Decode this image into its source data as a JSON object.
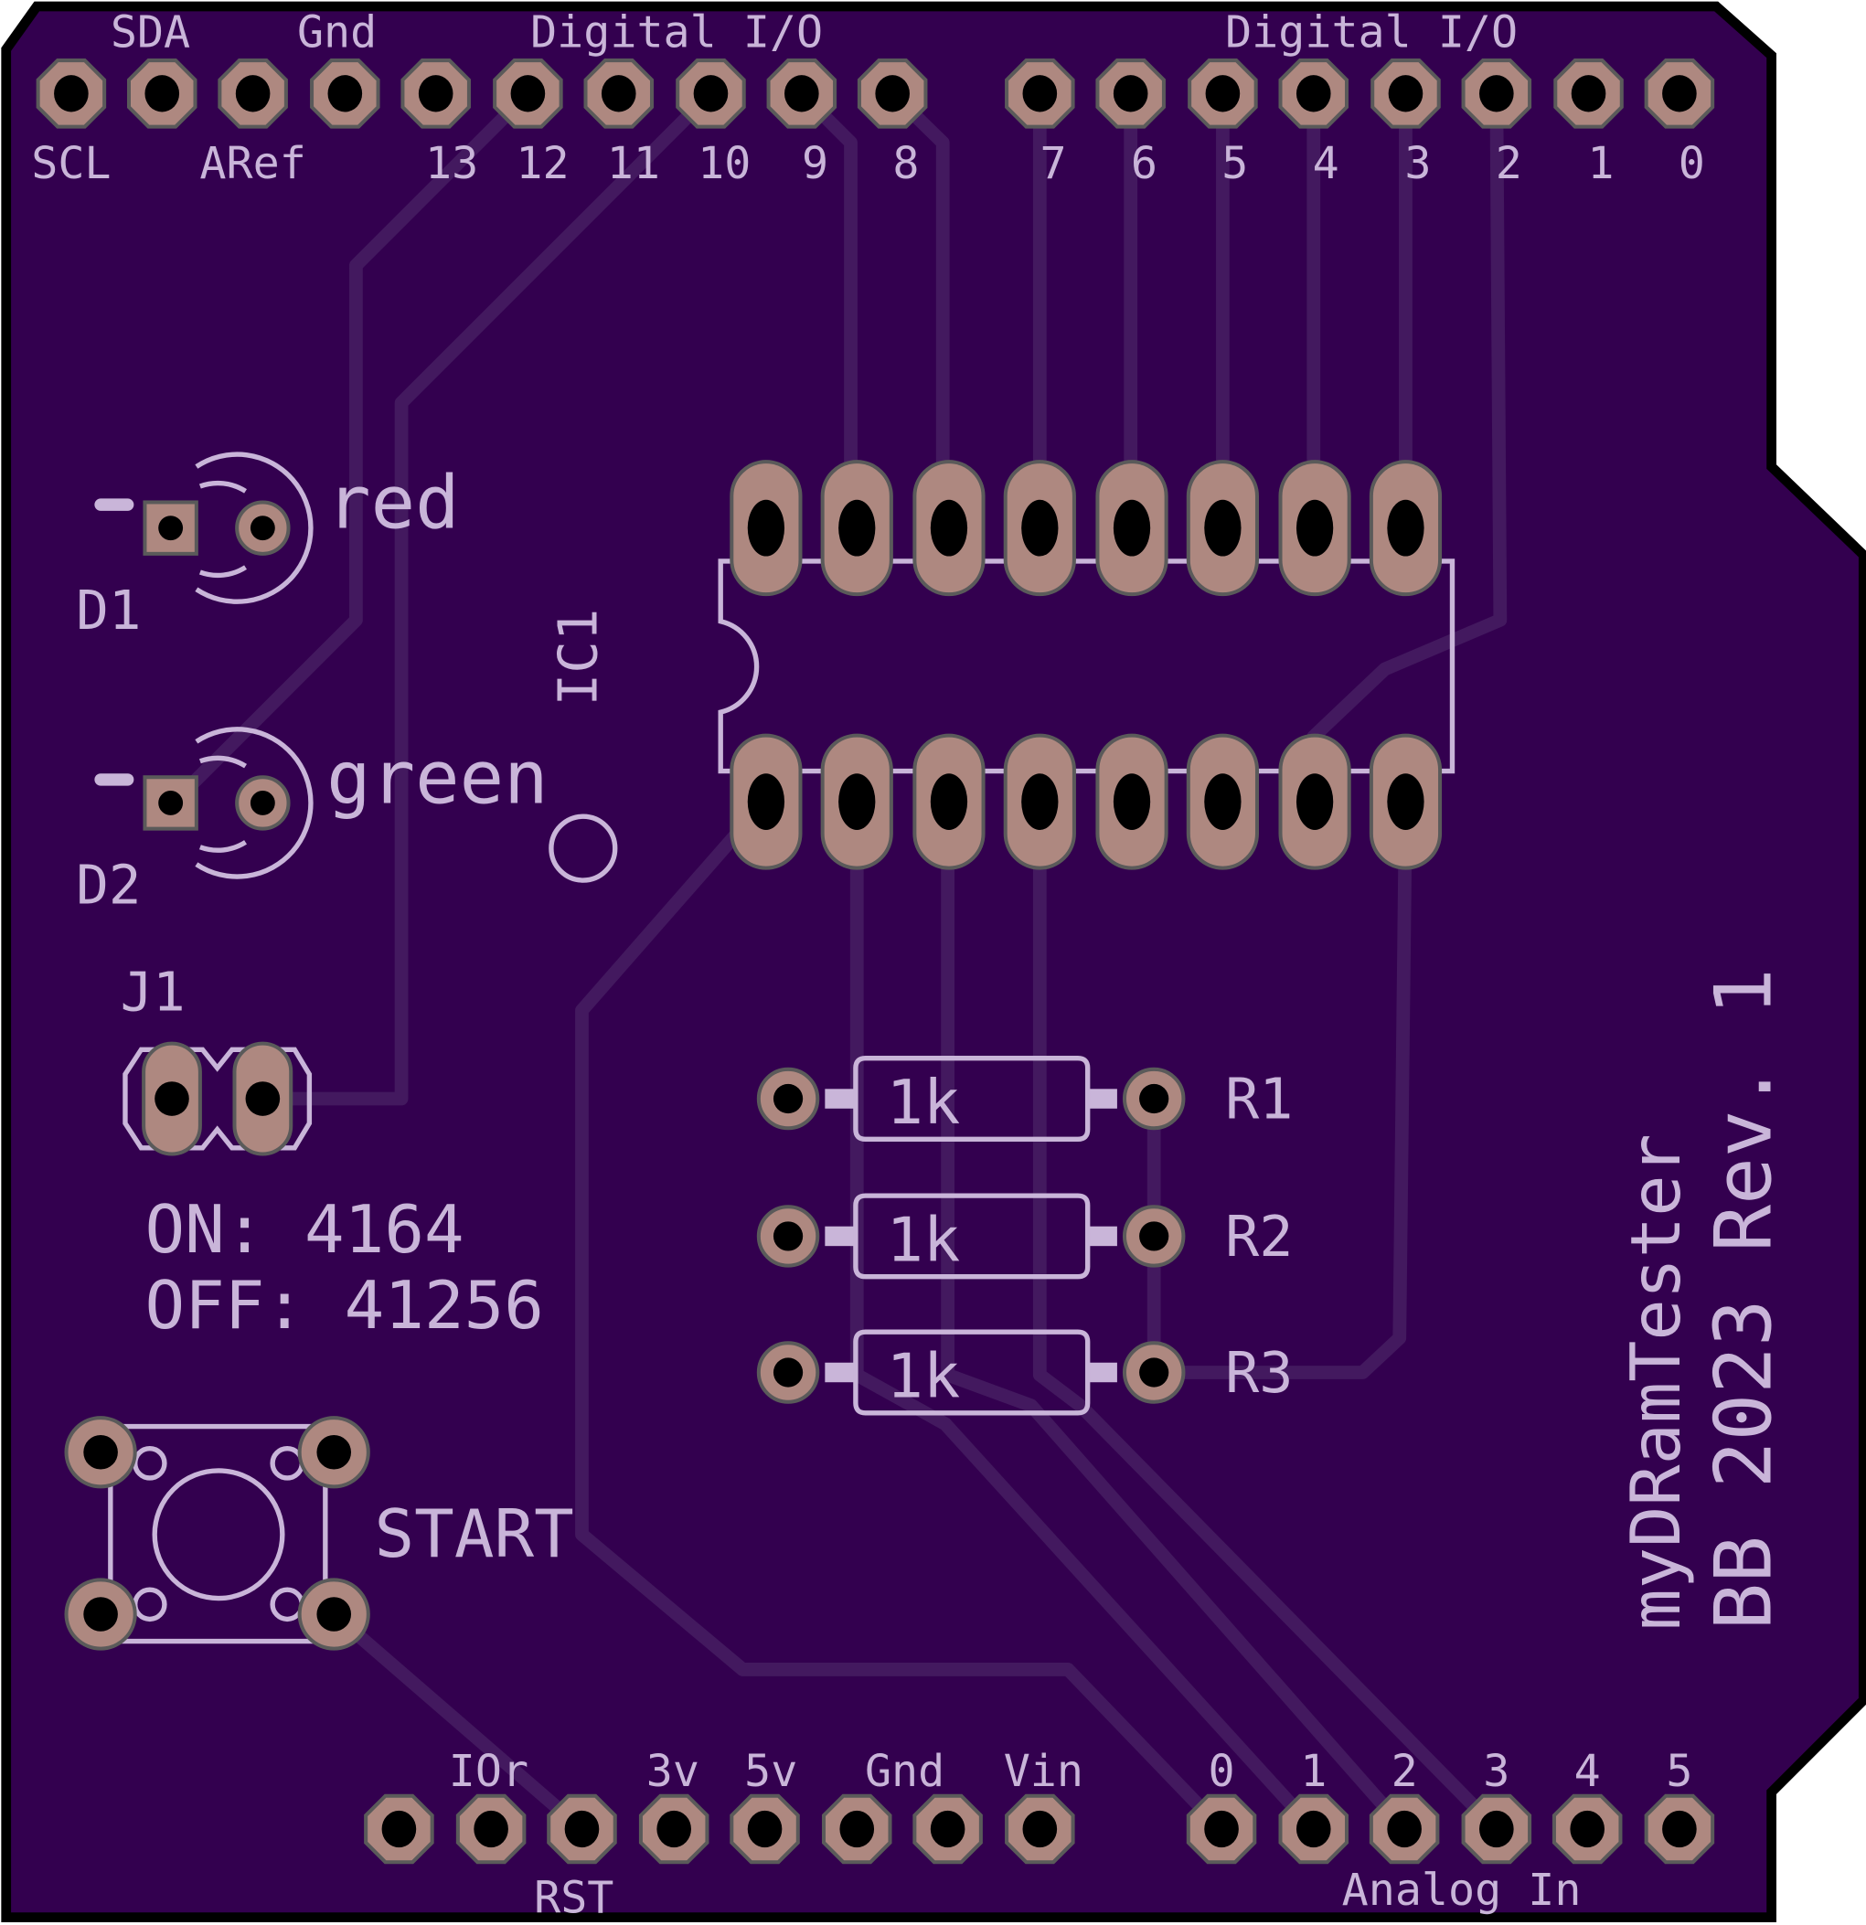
{
  "board": {
    "colors": {
      "board": "#33004f",
      "silkscreen": "#c9b5d9",
      "pad": "#ae8880",
      "trace": "#43195f"
    },
    "top_header": {
      "group_labels": [
        "SDA",
        "Gnd",
        "Digital I/O",
        "Digital I/O"
      ],
      "pin_labels_left": [
        "SCL",
        "ARef",
        "13",
        "12",
        "11",
        "10",
        "9",
        "8"
      ],
      "pin_labels_right": [
        "7",
        "6",
        "5",
        "4",
        "3",
        "2",
        "1",
        "0"
      ]
    },
    "bottom_header": {
      "power_labels": [
        "IOr",
        "3v",
        "5v",
        "Gnd",
        "Vin"
      ],
      "rst_label": "RST",
      "analog_labels": [
        "0",
        "1",
        "2",
        "3",
        "4",
        "5"
      ],
      "analog_title": "Analog In"
    },
    "leds": [
      {
        "ref": "D1",
        "value": "red"
      },
      {
        "ref": "D2",
        "value": "green"
      }
    ],
    "ic": {
      "ref": "IC1"
    },
    "jumper": {
      "ref": "J1",
      "note_on": "ON: 4164",
      "note_off": "OFF: 41256"
    },
    "resistors": [
      {
        "ref": "R1",
        "value": "1k"
      },
      {
        "ref": "R2",
        "value": "1k"
      },
      {
        "ref": "R3",
        "value": "1k"
      }
    ],
    "button": {
      "label": "START"
    },
    "title": {
      "line1": "myDRamTester",
      "line2": "BB 2023 Rev. 1"
    }
  }
}
